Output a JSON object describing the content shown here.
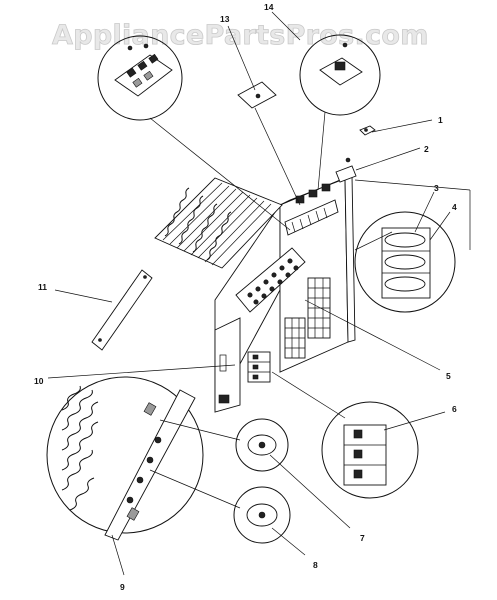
{
  "watermark": "AppliancePartsPros.com",
  "callouts": [
    "1",
    "2",
    "3",
    "4",
    "5",
    "6",
    "7",
    "8",
    "9",
    "10",
    "11",
    "13",
    "14"
  ]
}
